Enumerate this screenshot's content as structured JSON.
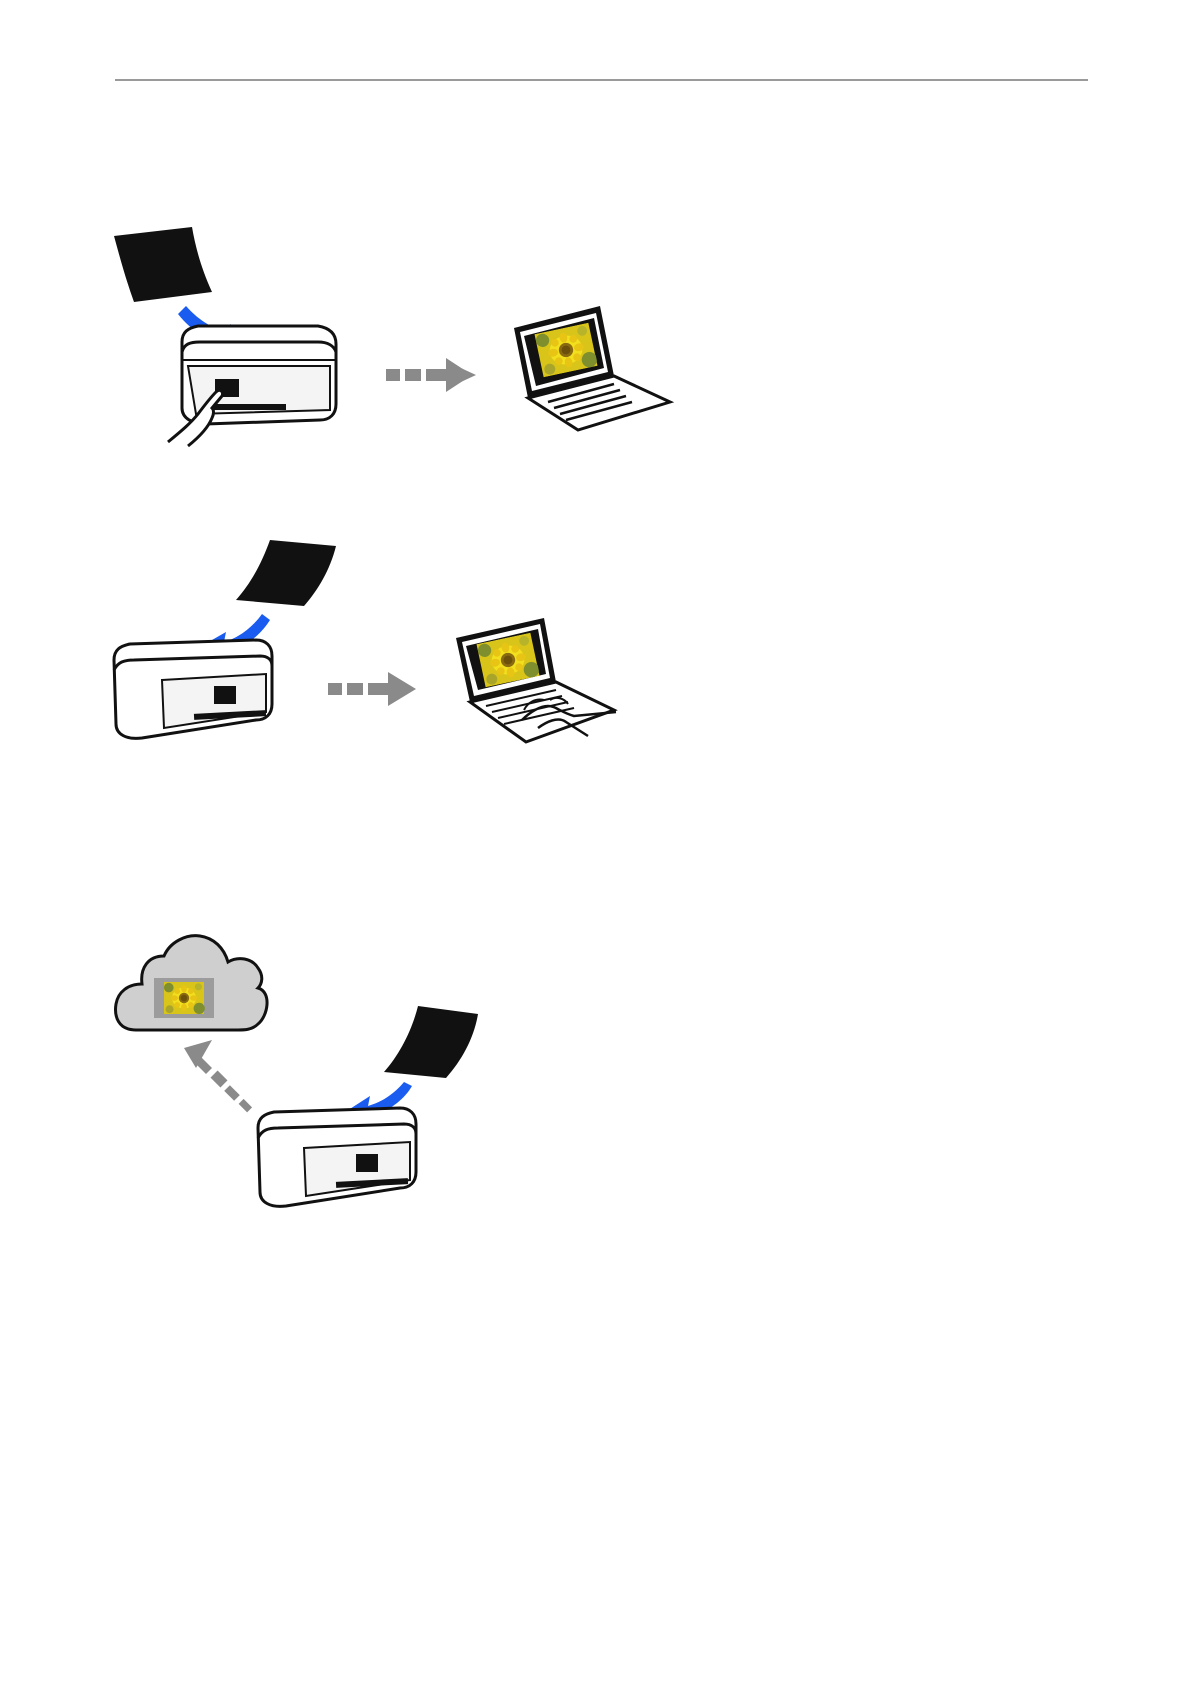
{
  "page": {
    "header_rule": "page-header-divider"
  },
  "colors": {
    "arrow_blue": "#1a5cf0",
    "arrow_gray": "#8a8a8a",
    "photo_yellow": "#e8d21a",
    "photo_green": "#6f8a2c",
    "photo_center": "#8a6a10",
    "cloud_fill": "#cfcfcf",
    "outline": "#111111"
  },
  "figures": [
    {
      "name": "scan-to-computer-control-panel",
      "icons": [
        "photo-icon",
        "printer-icon",
        "finger-press-icon",
        "dashed-arrow-right-icon",
        "laptop-icon"
      ]
    },
    {
      "name": "scan-to-computer-from-computer",
      "icons": [
        "photo-icon",
        "printer-icon",
        "dashed-arrow-right-icon",
        "laptop-typing-icon"
      ]
    },
    {
      "name": "scan-to-cloud",
      "icons": [
        "cloud-icon",
        "photo-icon",
        "printer-icon",
        "dashed-arrow-up-left-icon"
      ]
    }
  ]
}
